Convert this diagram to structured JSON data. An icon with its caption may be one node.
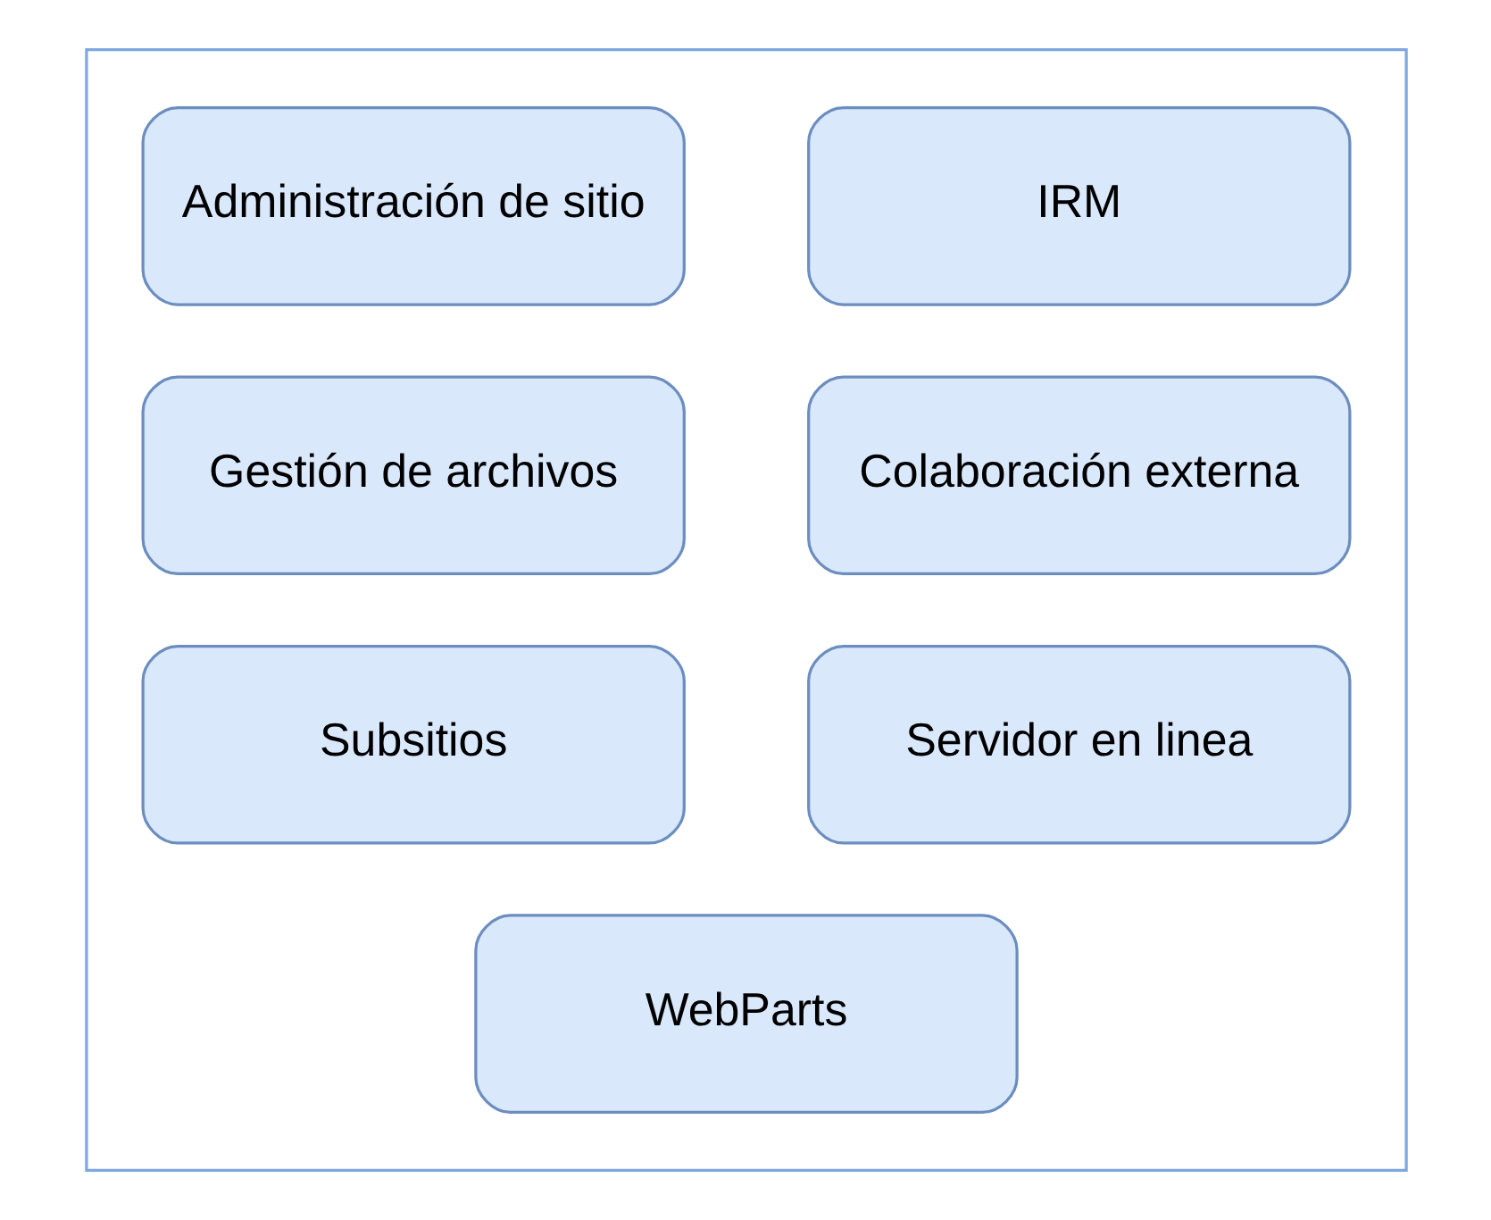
{
  "diagram": {
    "nodes": [
      {
        "text": [],
        "shape": "box"
      },
      {
        "text": [
          "Administración de sitio"
        ],
        "in": 0
      },
      {
        "text": [
          "IRM"
        ],
        "in": 0
      },
      {
        "text": [
          "Gestión de archivos"
        ],
        "in": 0
      },
      {
        "text": [
          "Colaboración externa"
        ],
        "in": 0
      },
      {
        "text": [
          "Subsitios"
        ],
        "in": 0
      },
      {
        "text": [
          "Servidor en linea"
        ],
        "in": 0
      },
      {
        "text": [
          "WebParts"
        ],
        "in": 0
      }
    ],
    "edges": []
  }
}
